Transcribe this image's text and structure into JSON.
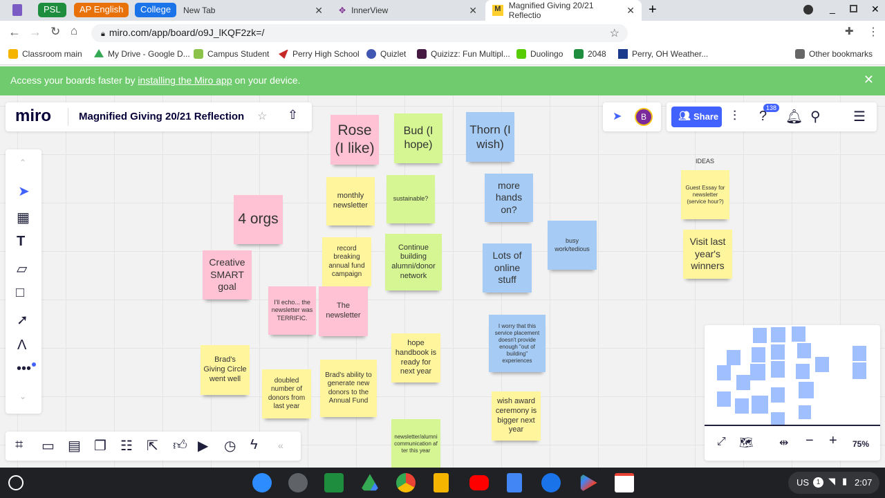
{
  "browser": {
    "tab_groups": [
      {
        "label": "PSL",
        "color": "#1e8e3e"
      },
      {
        "label": "AP English",
        "color": "#e8710a"
      },
      {
        "label": "College",
        "color": "#1a73e8"
      }
    ],
    "tabs": [
      {
        "label": "New Tab"
      },
      {
        "label": "InnerView"
      },
      {
        "label": "Magnified Giving 20/21 Reflectio"
      }
    ],
    "url": "miro.com/app/board/o9J_lKQF2zk=/",
    "bookmarks": [
      "Classroom main",
      "My Drive - Google D...",
      "Campus Student",
      "Perry High School",
      "Quizlet",
      "Quizizz: Fun Multipl...",
      "Duolingo",
      "2048",
      "Perry, OH Weather..."
    ],
    "other_bookmarks": "Other bookmarks"
  },
  "banner": {
    "prefix": "Access your boards faster by ",
    "link": "installing the Miro app",
    "suffix": " on your device."
  },
  "miro": {
    "logo": "miro",
    "board_title": "Magnified Giving 20/21 Reflection",
    "avatar": "B",
    "share": "Share",
    "notif_count": "138",
    "zoom": "75%"
  },
  "board": {
    "ideas_label": "IDEAS",
    "stickies": [
      {
        "text": "Rose (I like)",
        "color": "#ffc2d4"
      },
      {
        "text": "Bud (I hope)",
        "color": "#d5f692"
      },
      {
        "text": "Thorn (I wish)",
        "color": "#a6ccf5"
      },
      {
        "text": "monthly newsletter",
        "color": "#fff59d"
      },
      {
        "text": "sustainable?",
        "color": "#d5f692"
      },
      {
        "text": "more hands on?",
        "color": "#a6ccf5"
      },
      {
        "text": "4 orgs",
        "color": "#ffc2d4"
      },
      {
        "text": "busy work/tedious",
        "color": "#a6ccf5"
      },
      {
        "text": "record breaking annual fund campaign",
        "color": "#fff59d"
      },
      {
        "text": "Continue building alumni/donor network",
        "color": "#d5f692"
      },
      {
        "text": "Lots of online stuff",
        "color": "#a6ccf5"
      },
      {
        "text": "Creative SMART goal",
        "color": "#ffc2d4"
      },
      {
        "text": "I'll echo... the newsletter was TERRIFIC.",
        "color": "#ffc2d4"
      },
      {
        "text": "The newsletter",
        "color": "#ffc2d4"
      },
      {
        "text": "I worry that this service placement doesn't provide enough \"out of building\" experiences",
        "color": "#a6ccf5"
      },
      {
        "text": "hope handbook is ready for next year",
        "color": "#fff59d"
      },
      {
        "text": "Brad's Giving Circle went well",
        "color": "#fff59d"
      },
      {
        "text": "Brad's ability to generate new donors to the Annual Fund",
        "color": "#fff59d"
      },
      {
        "text": "doubled number of donors from last year",
        "color": "#fff59d"
      },
      {
        "text": "wish award ceremony is bigger next year",
        "color": "#fff59d"
      },
      {
        "text": "newsletter/alumni communication after this year",
        "color": "#d5f692"
      },
      {
        "text": "Guest Essay for newsletter (service hour?)",
        "color": "#fff59d"
      },
      {
        "text": "Visit last year's winners",
        "color": "#fff59d"
      }
    ]
  },
  "shelf": {
    "locale": "US",
    "badge": "1",
    "time": "2:07"
  }
}
